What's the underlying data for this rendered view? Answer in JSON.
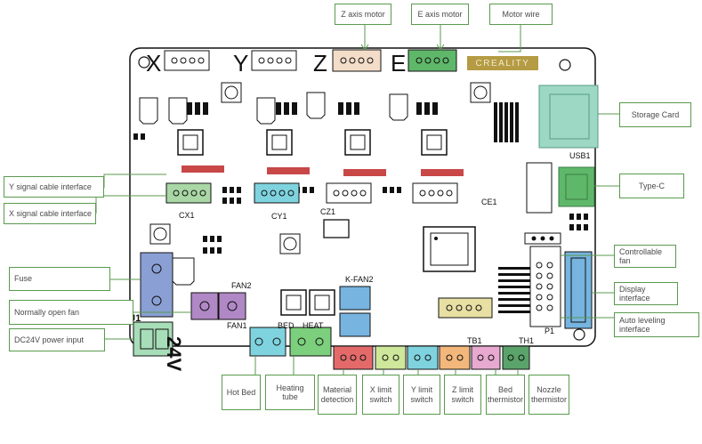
{
  "board": {
    "axis_letters": [
      "X",
      "Y",
      "Z",
      "E"
    ],
    "brand": "CREALITY",
    "silk": {
      "usb1": "USB1",
      "ce1": "CE1",
      "cx1": "CX1",
      "cy1": "CY1",
      "cz1": "CZ1",
      "j1": "J1",
      "fan2": "FAN2",
      "fan1": "FAN1",
      "kfan2": "K-FAN2",
      "bed": "BED",
      "heat": "HEAT",
      "tb1": "TB1",
      "th1": "TH1",
      "p1": "P1",
      "v24": "24V"
    }
  },
  "labels": {
    "z_motor": "Z axis motor",
    "e_motor": "E axis motor",
    "motor_wire": "Motor wire",
    "storage_card": "Storage Card",
    "type_c": "Type-C",
    "y_signal": "Y signal cable interface",
    "x_signal": "X signal cable interface",
    "controllable_fan": "Controllable fan",
    "fuse": "Fuse",
    "display_interface": "Display interface",
    "normally_open_fan": "Normally open fan",
    "auto_leveling": "Auto leveling interface",
    "dc24v": "DC24V power input",
    "hot_bed": "Hot Bed",
    "heating_tube": "Heating tube",
    "material_detection": "Material\ndetection",
    "x_limit": "X limit\nswitch",
    "y_limit": "Y limit\nswitch",
    "z_limit": "Z limit\nswitch",
    "bed_thermistor": "Bed\nthermistor",
    "nozzle_thermistor": "Nozzle\nthermistor"
  },
  "colors": {
    "green_connector": "#5fb86a",
    "beige_connector": "#f3ddc9",
    "light_green_connector": "#a9d8a6",
    "blue_connector": "#77b4e0",
    "cyan_connector": "#7fd3df",
    "purple_connector": "#b088c5",
    "violet_fuse": "#8aa0d4",
    "red_connector": "#e46a6a",
    "yellow_green_connector": "#cfe79a",
    "orange_connector": "#f3b77c",
    "pink_connector": "#e7a9cf",
    "dark_green_connector": "#5aa36a",
    "sd_card": "#9cd8c4",
    "brand_gold": "#b59b43",
    "callout_line": "#5a9a4e"
  }
}
